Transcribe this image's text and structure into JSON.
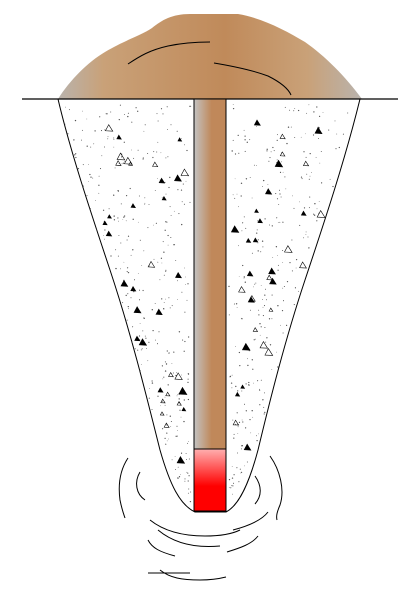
{
  "colors": {
    "background": "#ffffff",
    "outline": "#000000",
    "soil_mound_light": "#c9a178",
    "soil_mound_mid": "#c08a5a",
    "soil_mound_edge": "#b9b3ad",
    "fill_speckle": "#555555",
    "grout_fill": "#ffffff",
    "casing_edge": "#c3c3c3",
    "casing_center": "#c0885a",
    "intake_light": "#ffb0b0",
    "intake_dark": "#ff0000"
  },
  "elements": {
    "ground_line": "ground-surface",
    "mound": "spoil-mound",
    "borehole": "tapered-borehole",
    "casing": "well-casing",
    "intake": "intake-zone"
  }
}
